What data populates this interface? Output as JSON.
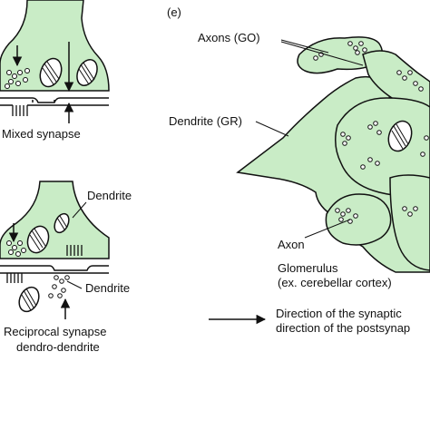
{
  "colors": {
    "cell_fill": "#c9ecc6",
    "outline": "#111111",
    "background": "#ffffff"
  },
  "left_panel": {
    "mixed": {
      "caption": "Mixed synapse"
    },
    "reciprocal": {
      "dendrite_top": "Dendrite",
      "dendrite_bottom": "Dendrite",
      "caption_line1": "Reciprocal synapse",
      "caption_line2": "dendro-dendrite"
    }
  },
  "right_panel": {
    "panel_letter": "(e)",
    "axons_go": "Axons (GO)",
    "dendrite_gr": "Dendrite (GR)",
    "axon": "Axon",
    "glomerulus_line1": "Glomerulus",
    "glomerulus_line2": "(ex. cerebellar cortex)"
  },
  "legend": {
    "line1": "Direction of the synaptic",
    "line2": "direction of the postsynap"
  }
}
